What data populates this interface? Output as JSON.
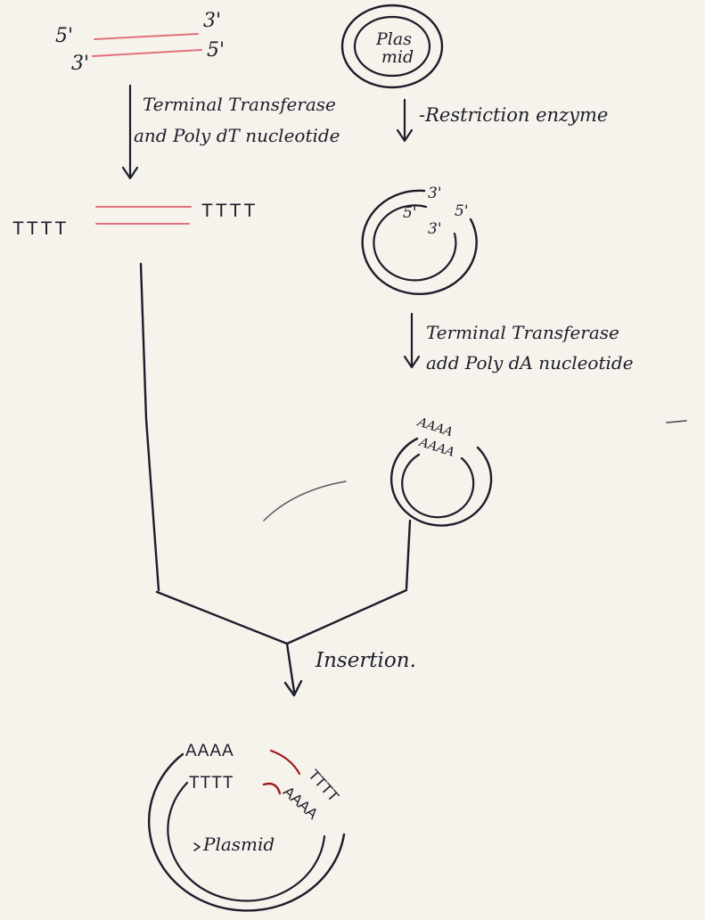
{
  "dna_fragment": {
    "top_left_label": "5'",
    "top_right_label": "3'",
    "bottom_left_label": "3'",
    "bottom_right_label": "5'"
  },
  "plasmid_top": {
    "label_line1": "Plas",
    "label_line2": "mid"
  },
  "step_left": {
    "line1": "Terminal Transferase",
    "line2": "and Poly dT nucleotide"
  },
  "step_right": {
    "label": "-Restriction enzyme"
  },
  "tailed_fragment": {
    "left_tail": "TTTT",
    "right_tail": "TTTT"
  },
  "cut_plasmid": {
    "label_3_top": "3'",
    "label_5_left": "5'",
    "label_5_right": "5'",
    "label_3_bottom": "3'"
  },
  "step_plasmid": {
    "line1": "Terminal Transferase",
    "line2": "add Poly dA nucleotide"
  },
  "tailed_plasmid": {
    "outer_tail": "AAAA",
    "inner_tail": "AAAA"
  },
  "step_merge": {
    "label": "Insertion."
  },
  "recombinant": {
    "top_tail": "AAAA",
    "inner_left_tail": "TTTT",
    "right_outer_tail": "TTTT",
    "right_inner_tail": "AAAA",
    "center_label": "Plasmid"
  },
  "colors": {
    "ink": "#1d1c2a",
    "dna_strand": "#e0707c",
    "base_pair_link": "#a01818",
    "paper": "#f6f3ec"
  }
}
